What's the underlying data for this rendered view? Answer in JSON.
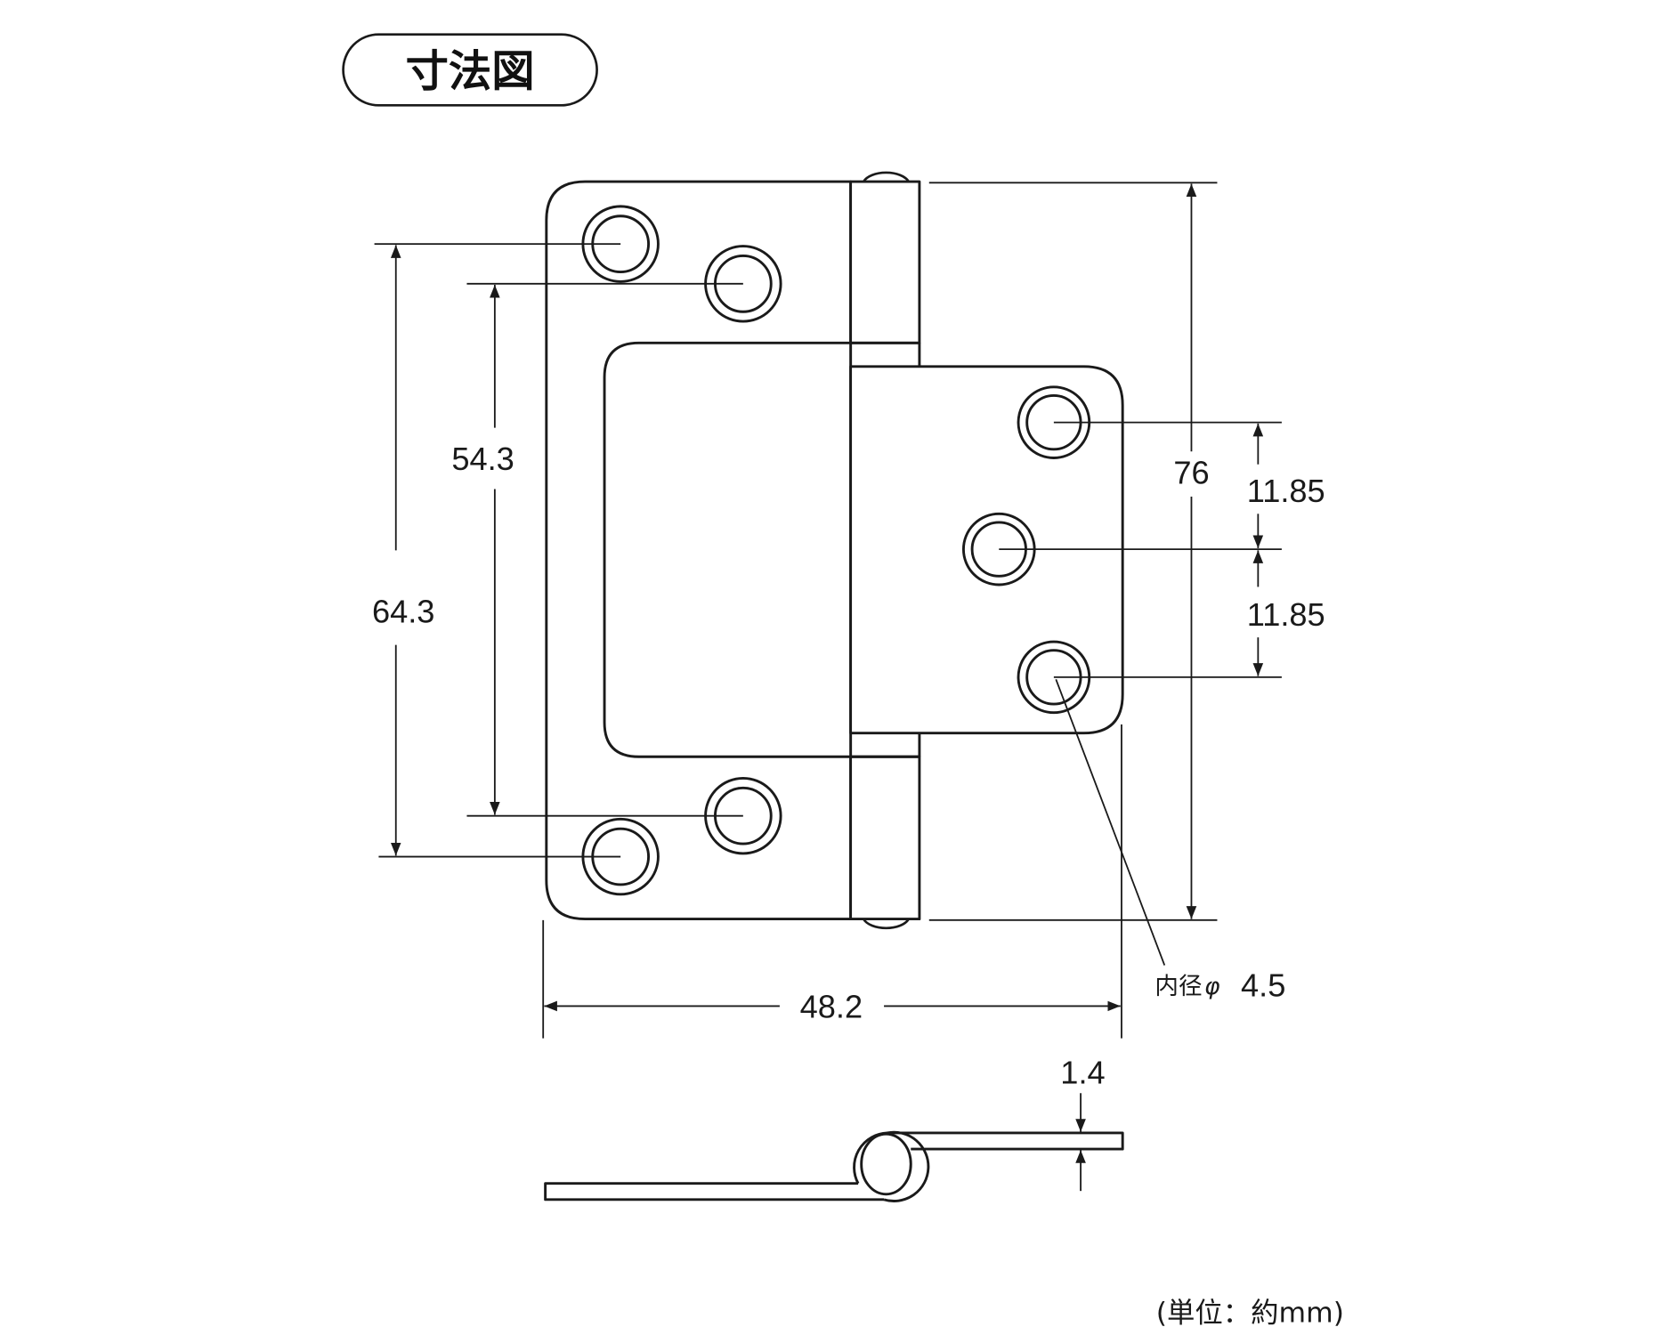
{
  "title": "寸法図",
  "units_note": "(単位：約mm)",
  "colors": {
    "line": "#1a1a1a",
    "background": "#ffffff"
  },
  "dimensions": {
    "overall_height": "76",
    "outer_hole_pitch": "64.3",
    "inner_hole_pitch": "54.3",
    "hole_spacing_upper": "11.85",
    "hole_spacing_lower": "11.85",
    "overall_width": "48.2",
    "thickness": "1.4",
    "hole_inner_diameter_label": "内径",
    "hole_inner_diameter_symbol": "φ",
    "hole_inner_diameter_value": "4.5"
  },
  "views": [
    "front-view",
    "side-view"
  ]
}
